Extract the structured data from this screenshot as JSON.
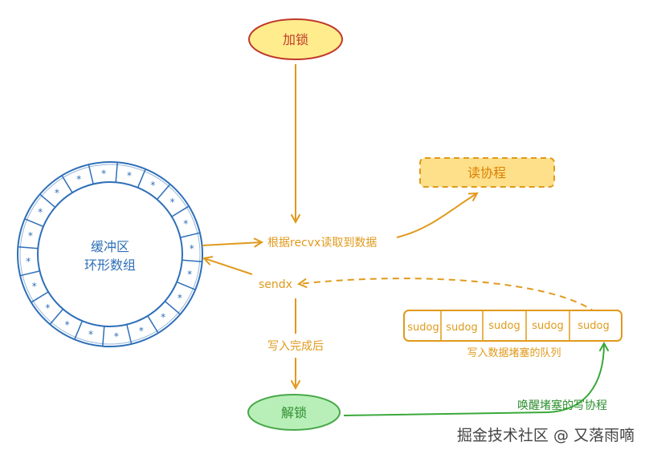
{
  "nodes": {
    "lock": "加锁",
    "read_coroutine": "读协程",
    "buffer_line1": "缓冲区",
    "buffer_line2": "环形数组",
    "unlock": "解锁"
  },
  "labels": {
    "read_by_recvx": "根据recvx读取到数据",
    "sendx": "sendx",
    "after_write": "写入完成后",
    "sudog_queue": "写入数据堵塞的队列",
    "wake_writer": "唤醒堵塞的写协程"
  },
  "ring": {
    "slot_mark": "*",
    "slot_count": 20
  },
  "queue": {
    "items": [
      "sudog",
      "sudog",
      "sudog",
      "sudog",
      "sudog"
    ]
  },
  "watermark": "掘金技术社区 @ 又落雨嘀",
  "colors": {
    "orange": "#e09a1c",
    "ring_blue": "#2f6fb8",
    "lock_fill": "#ffec8c",
    "lock_stroke": "#c0392b",
    "unlock_fill": "#b8efb8",
    "unlock_stroke": "#49a84a",
    "read_fill": "#ffe08a",
    "green": "#3aa83a"
  }
}
